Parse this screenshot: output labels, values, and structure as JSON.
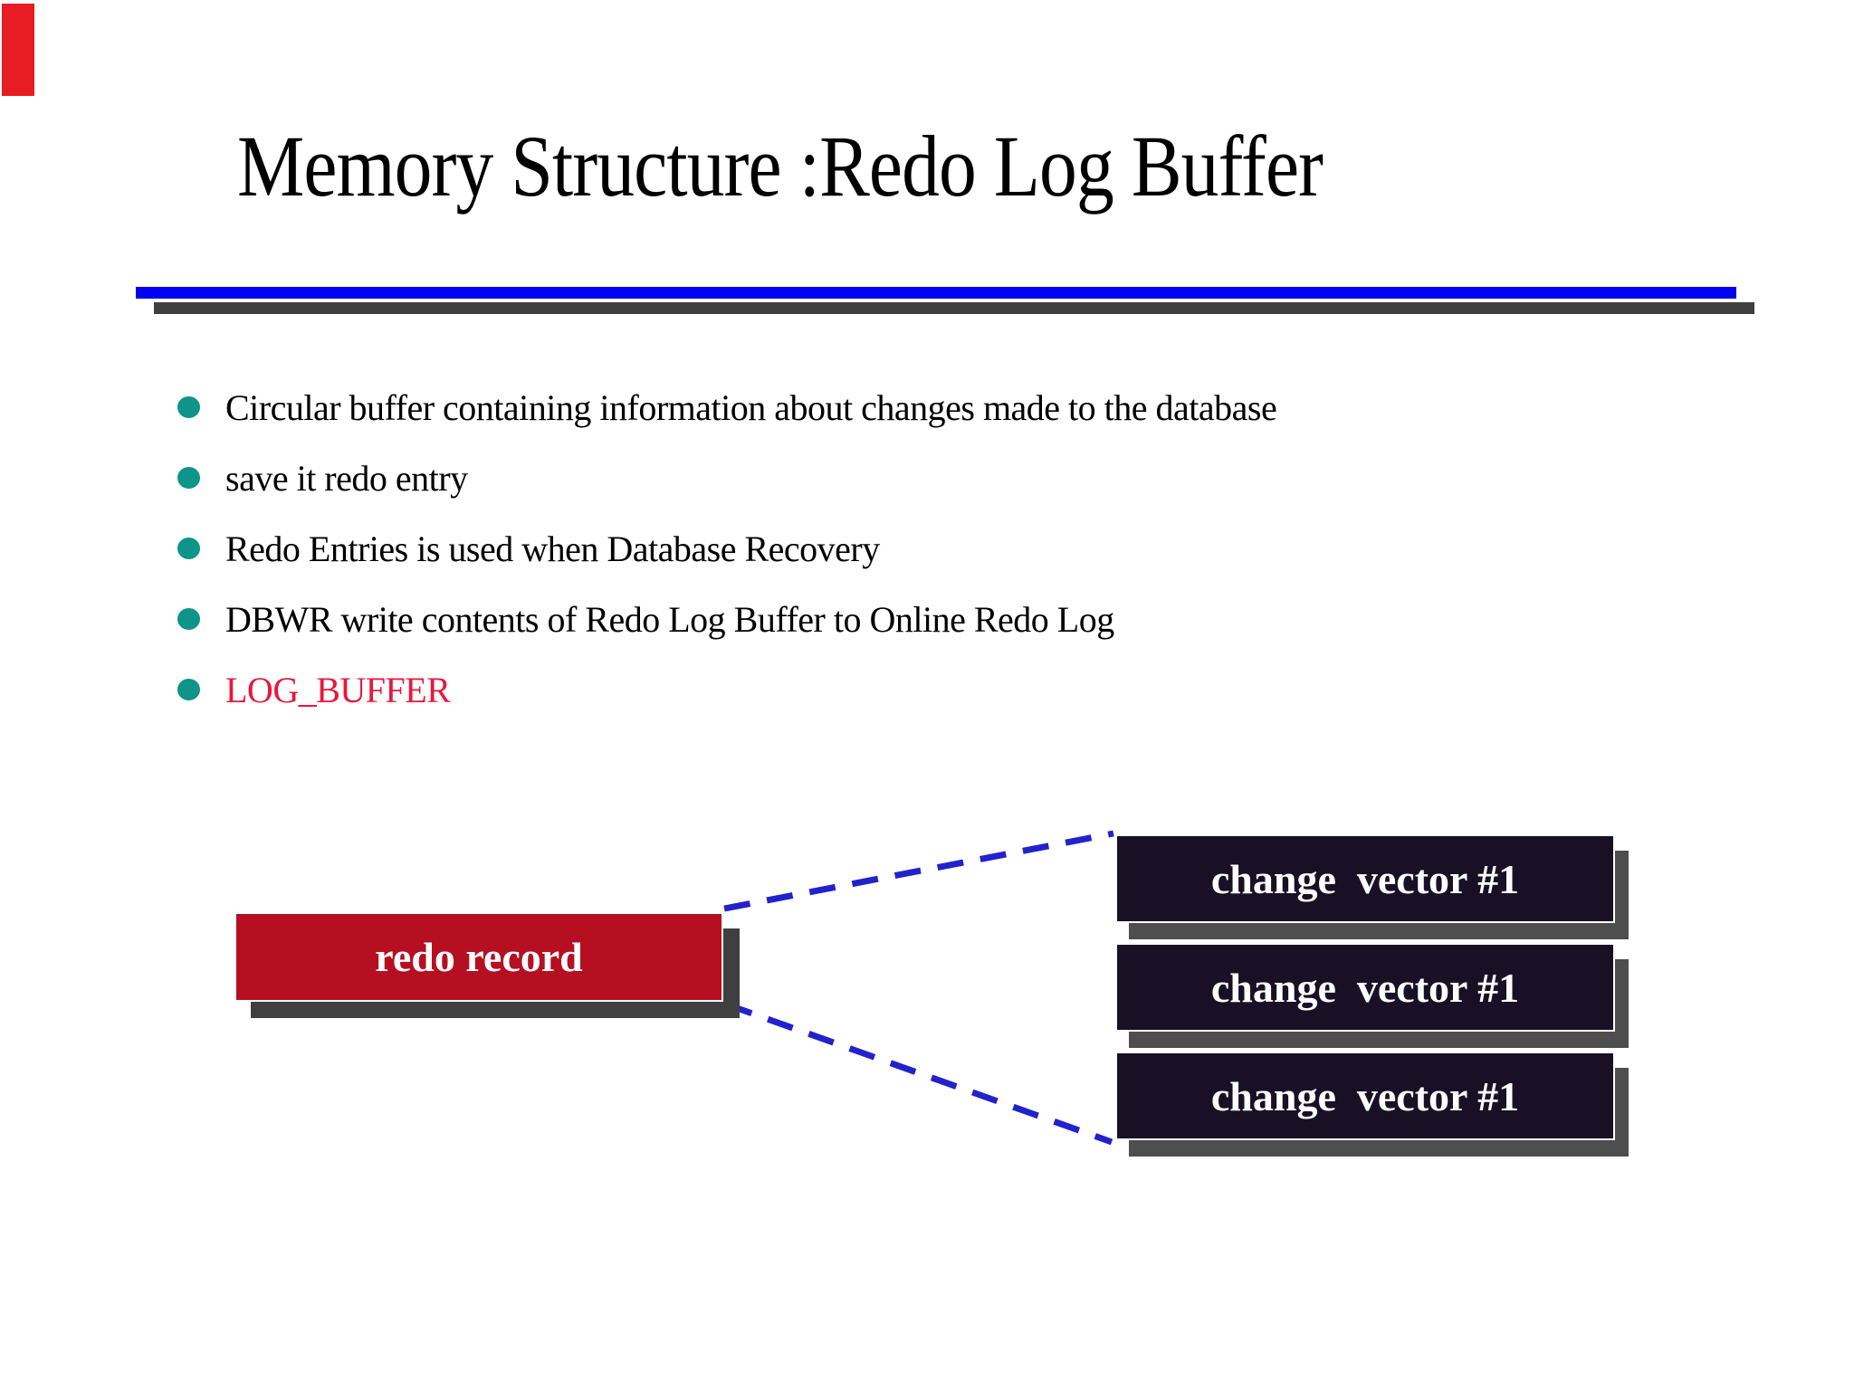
{
  "slide": {
    "title": "Memory Structure :Redo Log Buffer",
    "bullets": [
      "Circular buffer containing information about changes made to the database",
      "save it redo entry",
      "Redo Entries is used when Database Recovery",
      "DBWR write contents of Redo Log Buffer to Online Redo Log",
      "LOG_BUFFER"
    ],
    "diagram": {
      "redo_box_label": "redo record",
      "change_vector_labels": [
        "change  vector #1",
        "change  vector #1",
        "change  vector #1"
      ]
    },
    "colors": {
      "bullet_dot_teal": "#0e9488",
      "log_buffer_red": "#e8173c",
      "rule_blue": "#0202f2",
      "rule_shadow_gray": "#3f3f3f",
      "redo_box_red": "#b60f22",
      "change_box_dark": "#1a1026",
      "connector_dash_blue": "#2222cc",
      "box_shadow_gray": "#4e4e4e",
      "corner_marker_red": "#e81c23"
    }
  }
}
